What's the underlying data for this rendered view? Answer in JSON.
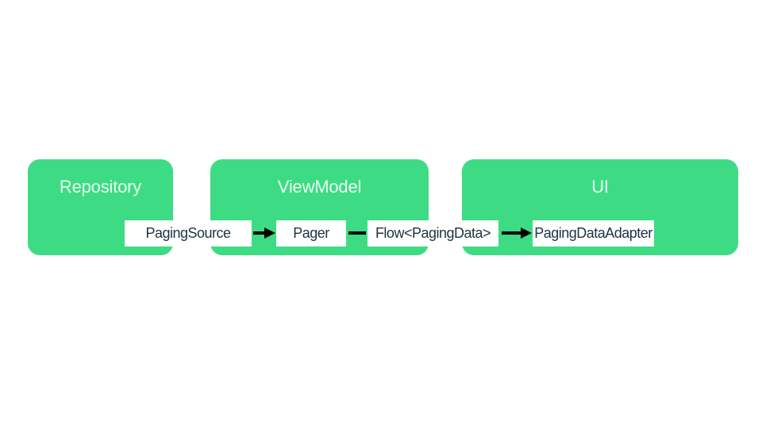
{
  "diagram": {
    "containers": [
      {
        "name": "Repository"
      },
      {
        "name": "ViewModel"
      },
      {
        "name": "UI"
      }
    ],
    "nodes": [
      {
        "label": "PagingSource",
        "container": "Repository"
      },
      {
        "label": "Pager",
        "container": "ViewModel"
      },
      {
        "label": "Flow<PagingData>",
        "container": "ViewModel / UI"
      },
      {
        "label": "PagingDataAdapter",
        "container": "UI"
      }
    ],
    "connectors": [
      {
        "from": "PagingSource",
        "to": "Pager",
        "type": "arrow"
      },
      {
        "from": "Pager",
        "to": "Flow<PagingData>",
        "type": "line"
      },
      {
        "from": "Flow<PagingData>",
        "to": "PagingDataAdapter",
        "type": "arrow"
      }
    ],
    "colors": {
      "background": "#ffffff",
      "container_fill": "#3ddc84",
      "container_title_text": "#eafaf2",
      "node_fill": "#ffffff",
      "node_text": "#1f3340",
      "connector": "#000000"
    }
  }
}
